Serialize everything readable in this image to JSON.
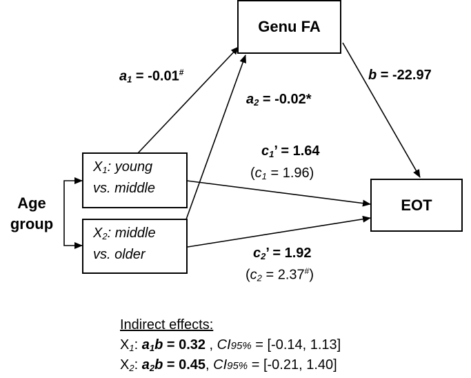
{
  "nodes": {
    "mediator": "Genu FA",
    "outcome": "EOT",
    "age_group_line1": "Age",
    "age_group_line2": "group",
    "x1_line1_sym": "X",
    "x1_line1_sub": "1",
    "x1_line1_rest": ": young",
    "x1_line2": "vs. middle",
    "x2_line1_sym": "X",
    "x2_line1_sub": "2",
    "x2_line1_rest": ": middle",
    "x2_line2": "vs. older"
  },
  "paths": {
    "a1": {
      "sym": "a",
      "sub": "1",
      "value": " = -0.01",
      "mark": "#"
    },
    "a2": {
      "sym": "a",
      "sub": "2",
      "value": " = -0.02*"
    },
    "b": {
      "sym": "b",
      "value": " = -22.97"
    },
    "c1p": {
      "sym": "c",
      "sub": "1",
      "value": "’ = 1.64"
    },
    "c1": {
      "open": "(",
      "sym": "c",
      "sub": "1",
      "value": " = 1.96)"
    },
    "c2p": {
      "sym": "c",
      "sub": "2",
      "value": "’ =  1.92"
    },
    "c2": {
      "open": "(",
      "sym": "c",
      "sub": "2",
      "value": " = 2.37",
      "mark": "#",
      "close": ")"
    }
  },
  "indirect": {
    "title": "Indirect effects:",
    "row1": {
      "x": "X",
      "xsub": "1",
      "colon": ": ",
      "ab_a": "a",
      "ab_sub": "1",
      "ab_b": "b",
      "ab_val": " = 0.32",
      "sep": " , ",
      "ci": "CI",
      "ci_sub": "95%",
      "ci_val": " = [-0.14, 1.13]"
    },
    "row2": {
      "x": "X",
      "xsub": "2",
      "colon": ": ",
      "ab_a": "a",
      "ab_sub": "2",
      "ab_b": "b",
      "ab_val": " = 0.45",
      "sep": ", ",
      "ci": "CI",
      "ci_sub": "95%",
      "ci_val": " = [-0.21, 1.40]"
    }
  }
}
